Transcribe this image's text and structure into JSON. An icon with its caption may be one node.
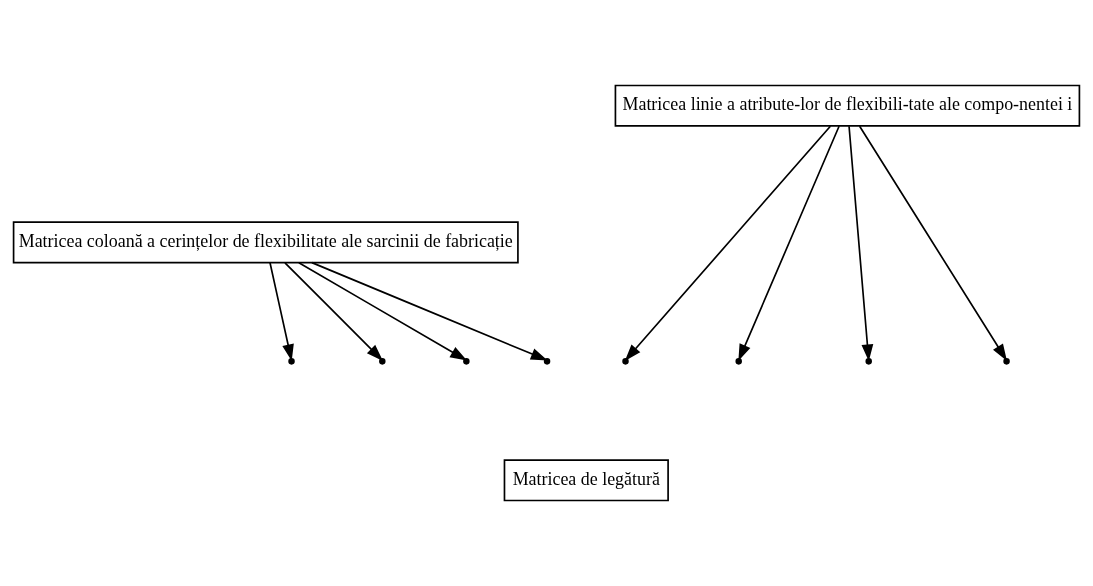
{
  "diagram": {
    "nodes": [
      {
        "text": [
          "Matricea coloană a cerințelor de flexibilitate ale sarcinii de fabricație"
        ]
      },
      {
        "text": [
          "Matricea linie a atribute-lor de flexibili-tate ale compo-nentei i"
        ]
      },
      {
        "text": [
          "Matricea de legătură"
        ]
      }
    ],
    "edges": [
      {
        "from": 0,
        "to": null,
        "arrow": "to"
      },
      {
        "from": 0,
        "to": null,
        "arrow": "to"
      },
      {
        "from": 0,
        "to": null,
        "arrow": "to"
      },
      {
        "from": 0,
        "to": null,
        "arrow": "to"
      },
      {
        "from": 1,
        "to": null,
        "arrow": "to"
      },
      {
        "from": 1,
        "to": null,
        "arrow": "to"
      },
      {
        "from": 1,
        "to": null,
        "arrow": "to"
      },
      {
        "from": 1,
        "to": null,
        "arrow": "to"
      }
    ]
  }
}
